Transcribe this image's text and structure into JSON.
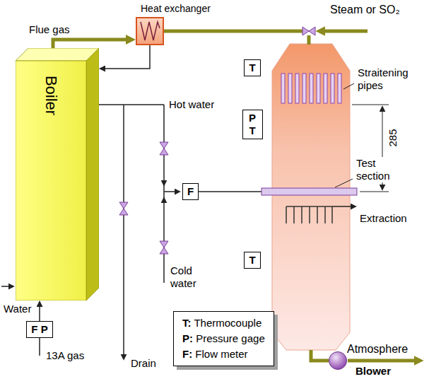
{
  "diagram": {
    "nodes": [
      {
        "text": [
          "Boiler"
        ]
      },
      {
        "text": [
          "Heat exchanger"
        ]
      },
      {
        "text": [
          "T"
        ]
      },
      {
        "text": [
          "P T"
        ]
      },
      {
        "text": [
          "F"
        ]
      },
      {
        "text": [
          "T"
        ]
      },
      {
        "text": [
          "F P"
        ]
      },
      {
        "text": [
          "Blower"
        ]
      }
    ],
    "edges": [
      {
        "from": 0,
        "to": 1,
        "arrow": "to",
        "label": "Flue gas"
      },
      {
        "from": 1,
        "to": 0,
        "arrow": "to"
      },
      {
        "from": 6,
        "to": 0,
        "arrow": "to"
      }
    ],
    "labels": [
      "Steam or SO₂",
      "Straitening pipes",
      "285",
      "Hot water",
      "Test section",
      "Extraction",
      "Cold water",
      "Atmosphere",
      "Water",
      "Drain",
      "13A gas"
    ],
    "legend": [
      {
        "text": "T: Thermocouple"
      },
      {
        "text": "P: Pressure gage"
      },
      {
        "text": "F: Flow meter"
      }
    ]
  }
}
